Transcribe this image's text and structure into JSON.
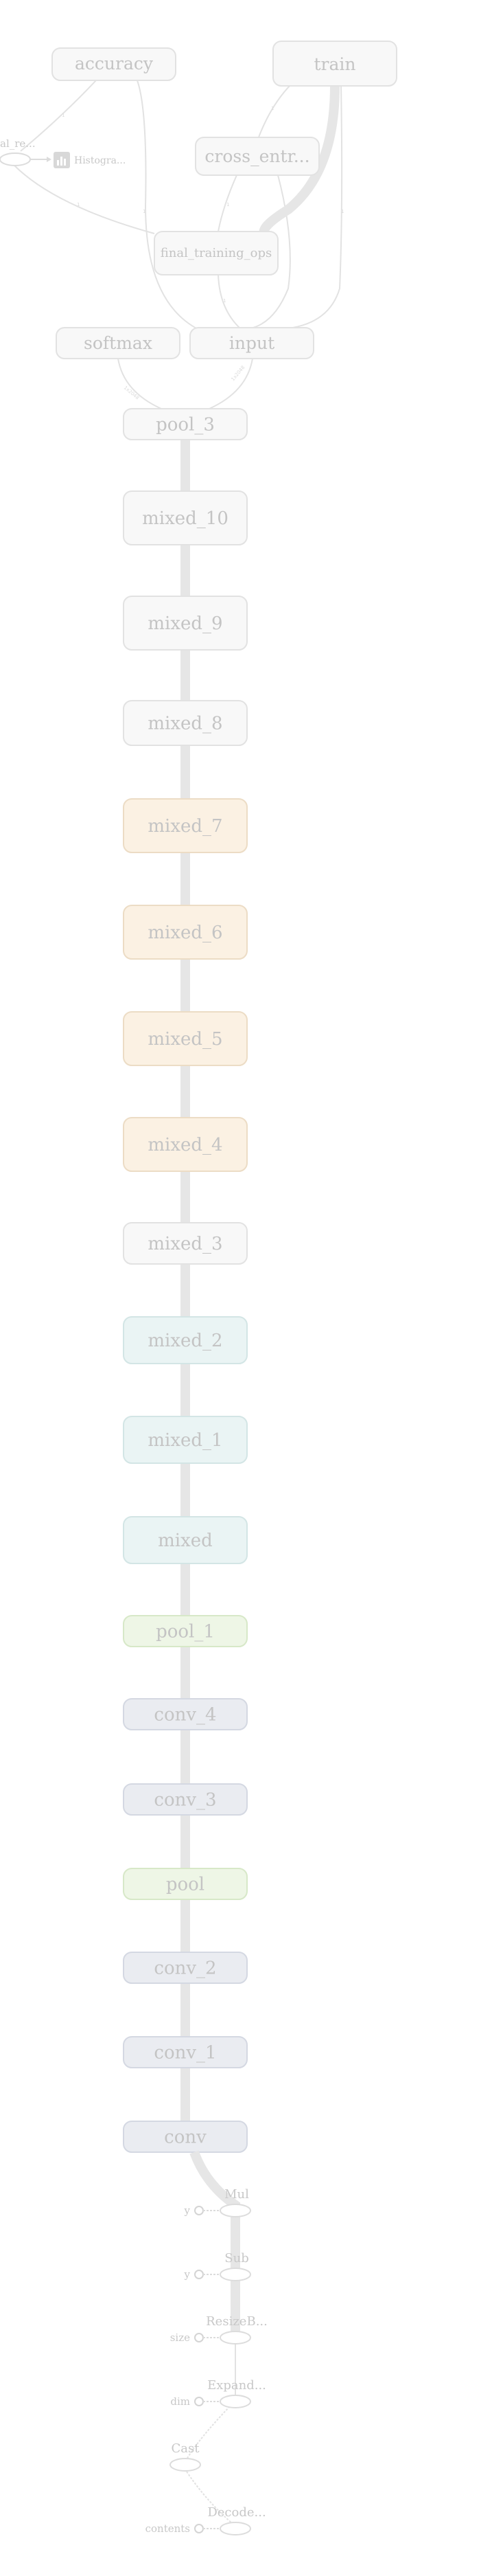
{
  "colors": {
    "background": "#ffffff",
    "node_default_fill": "#f8f8f8",
    "node_default_stroke": "#e2e2e2",
    "node_orange_fill": "#fbf1e3",
    "node_orange_stroke": "#ecdcc5",
    "node_teal_fill": "#eaf4f4",
    "node_teal_stroke": "#d3e5e5",
    "node_green_fill": "#eef6e6",
    "node_green_stroke": "#d7e8c8",
    "node_blue_fill": "#eaecf1",
    "node_blue_stroke": "#d4d8e2",
    "label": "#c4c4c4",
    "edge": "#e0e0e0"
  },
  "graph": {
    "top_nodes": {
      "accuracy": "accuracy",
      "train": "train",
      "cross_entropy": "cross_entr...",
      "final_training_ops": "final_training_ops",
      "softmax": "softmax",
      "input": "input",
      "summary_left": "al_re...",
      "histogram": "Histogra...",
      "histogram_icon": "bar-chart-icon"
    },
    "edge_labels": {
      "accuracy_summary": "1",
      "summary_final": "1",
      "accuracy_final": "1",
      "train_cross": "1",
      "train_final": "1",
      "cross_final": "1",
      "final_input": "1",
      "softmax_pool": "1x2048",
      "input_pool": "1x2048"
    },
    "chain": [
      {
        "label": "pool_3",
        "color": "default"
      },
      {
        "label": "mixed_10",
        "color": "default"
      },
      {
        "label": "mixed_9",
        "color": "default"
      },
      {
        "label": "mixed_8",
        "color": "default"
      },
      {
        "label": "mixed_7",
        "color": "orange"
      },
      {
        "label": "mixed_6",
        "color": "orange"
      },
      {
        "label": "mixed_5",
        "color": "orange"
      },
      {
        "label": "mixed_4",
        "color": "orange"
      },
      {
        "label": "mixed_3",
        "color": "default"
      },
      {
        "label": "mixed_2",
        "color": "teal"
      },
      {
        "label": "mixed_1",
        "color": "teal"
      },
      {
        "label": "mixed",
        "color": "teal"
      },
      {
        "label": "pool_1",
        "color": "green"
      },
      {
        "label": "conv_4",
        "color": "blue"
      },
      {
        "label": "conv_3",
        "color": "blue"
      },
      {
        "label": "pool",
        "color": "green"
      },
      {
        "label": "conv_2",
        "color": "blue"
      },
      {
        "label": "conv_1",
        "color": "blue"
      },
      {
        "label": "conv",
        "color": "blue"
      }
    ],
    "ops": [
      {
        "label": "Mul",
        "input": "y"
      },
      {
        "label": "Sub",
        "input": "y"
      },
      {
        "label": "ResizeB...",
        "input": "size"
      },
      {
        "label": "Expand...",
        "input": "dim"
      },
      {
        "label": "Cast",
        "input": ""
      },
      {
        "label": "Decode...",
        "input": "contents"
      }
    ]
  }
}
